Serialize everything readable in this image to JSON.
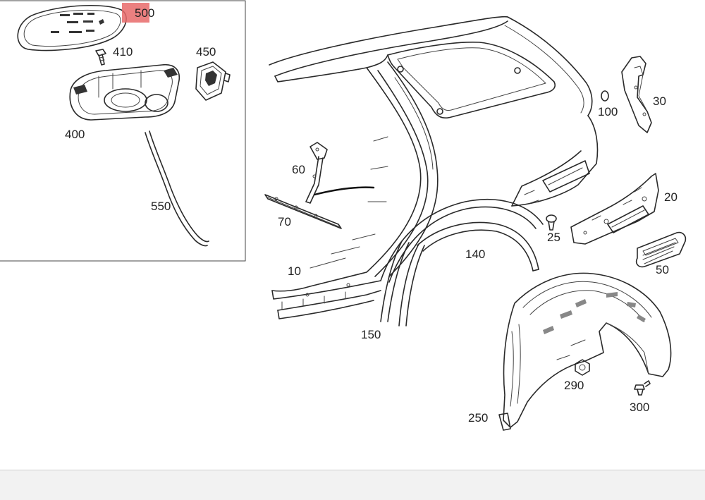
{
  "diagram": {
    "labels": {
      "p500": "500",
      "p410": "410",
      "p450": "450",
      "p400": "400",
      "p550": "550",
      "p100": "100",
      "p30": "30",
      "p60": "60",
      "p70": "70",
      "p10": "10",
      "p20": "20",
      "p25": "25",
      "p140": "140",
      "p50": "50",
      "p150": "150",
      "p290": "290",
      "p300": "300",
      "p250": "250"
    },
    "colors": {
      "highlight": "#e86a6a",
      "line": "#2a2a2a",
      "background": "#ffffff",
      "footer": "#f2f2f2"
    },
    "highlighted_part": "500"
  }
}
